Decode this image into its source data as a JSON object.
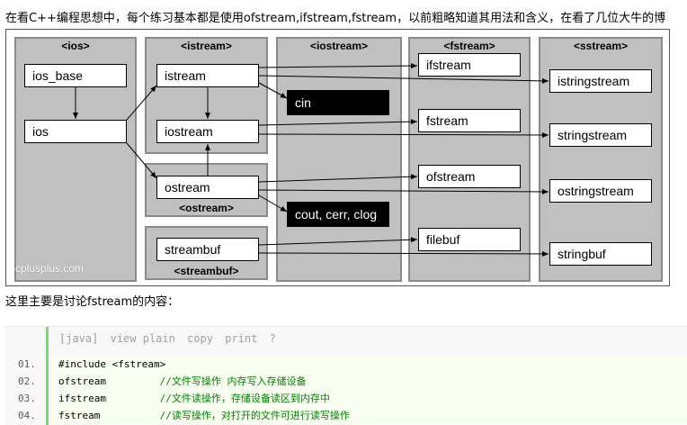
{
  "intro_text": "在看C++编程思想中，每个练习基本都是使用ofstream,ifstream,fstream，以前粗略知道其用法和含义，在看了几位大牛的博",
  "diagram": {
    "panels": {
      "ios": "<ios>",
      "istream": "<istream>",
      "ostream": "<ostream>",
      "streambuf": "<streambuf>",
      "iostream": "<iostream>",
      "fstream": "<fstream>",
      "sstream": "<sstream>"
    },
    "boxes": {
      "ios_base": "ios_base",
      "ios": "ios",
      "istream": "istream",
      "iostream": "iostream",
      "ostream": "ostream",
      "streambuf": "streambuf",
      "cin": "cin",
      "cout": "cout, cerr, clog",
      "ifstream": "ifstream",
      "fstream": "fstream",
      "ofstream": "ofstream",
      "filebuf": "filebuf",
      "istringstream": "istringstream",
      "stringstream": "stringstream",
      "ostringstream": "ostringstream",
      "stringbuf": "stringbuf"
    },
    "watermark": "cplusplus.com"
  },
  "after_text": "这里主要是讨论fstream的内容：",
  "code": {
    "toolbar": [
      "[java]",
      "view plain",
      "copy",
      "print",
      "?"
    ],
    "lines": [
      {
        "num": "01.",
        "code": "#include <fstream>",
        "comment": ""
      },
      {
        "num": "02.",
        "code": "ofstream         ",
        "comment": "//文件写操作 内存写入存储设备"
      },
      {
        "num": "03.",
        "code": "ifstream         ",
        "comment": "//文件读操作，存储设备读区到内存中"
      },
      {
        "num": "04.",
        "code": "fstream          ",
        "comment": "//读写操作，对打开的文件可进行读写操作"
      }
    ]
  },
  "colors": {
    "panel_fill": "#c0c0c0",
    "dark_box": "#000000",
    "gutter_bar": "#6ce26c",
    "comment": "#008200"
  }
}
